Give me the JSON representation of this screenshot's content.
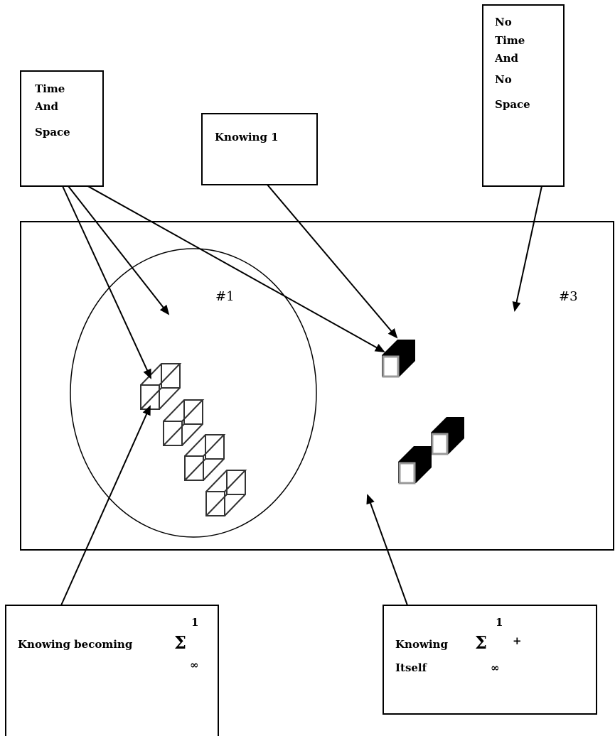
{
  "boxes": {
    "time_and_space": {
      "lines": [
        "Time",
        "And",
        "Space"
      ]
    },
    "knowing_1": {
      "label": "Knowing 1"
    },
    "no_time_no_space": {
      "lines": [
        "No",
        "Time",
        "And",
        "No",
        "Space"
      ]
    },
    "knowing_becoming": {
      "text": "Knowing becoming",
      "sigma": "Σ",
      "superscript": "1",
      "subscript": "∞"
    },
    "knowing_itself": {
      "line1": "Knowing",
      "line2": "Itself",
      "sigma": "Σ",
      "superscript": "1",
      "plus": "+",
      "subscript": "∞"
    }
  },
  "regions": {
    "label_1": "#1",
    "label_3": "#3"
  },
  "colors": {
    "stroke": "#000000",
    "hollow_cube": "#333333",
    "solid_cube": "#000000",
    "cube_face": "#ffffff"
  }
}
